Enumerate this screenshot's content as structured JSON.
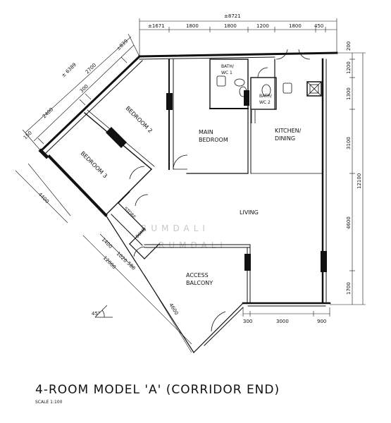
{
  "title": "4-ROOM MODEL 'A' (CORRIDOR END)",
  "scale": "SCALE  1:100",
  "watermark": [
    "RUMDALI",
    "RUMDALI"
  ],
  "rooms": {
    "bedroom2": "BEDROOM 2",
    "bedroom3": "BEDROOM 3",
    "main_bedroom": [
      "MAIN",
      "BEDROOM"
    ],
    "bath_wc1": [
      "BATH/",
      "WC 1"
    ],
    "bath_wc2": [
      "BATH/",
      "WC 2"
    ],
    "kitchen_dining": [
      "KITCHEN/",
      "DINING"
    ],
    "living": "LIVING",
    "store": "STORE",
    "access_balcony": [
      "ACCESS",
      "BALCONY"
    ],
    "bomb": "BOMB"
  },
  "angle_label": "45°",
  "dimensions": {
    "top_total": "±8721",
    "top": [
      "±1671",
      "1800",
      "1800",
      "1200",
      "1800",
      "450"
    ],
    "right": [
      "200",
      "1200",
      "1300",
      "3100",
      "4600",
      "1700"
    ],
    "right_total": "12100",
    "bottom": [
      "300",
      "3000",
      "900"
    ],
    "diag_upper": [
      "150",
      "2400",
      "300",
      "2700",
      "±839"
    ],
    "diag_upper_total": "± 6389",
    "left_diag": "4400",
    "lower_left": [
      "1400",
      "1020",
      "580"
    ],
    "lower_left_total": "12000",
    "bottom_left": "4600"
  }
}
